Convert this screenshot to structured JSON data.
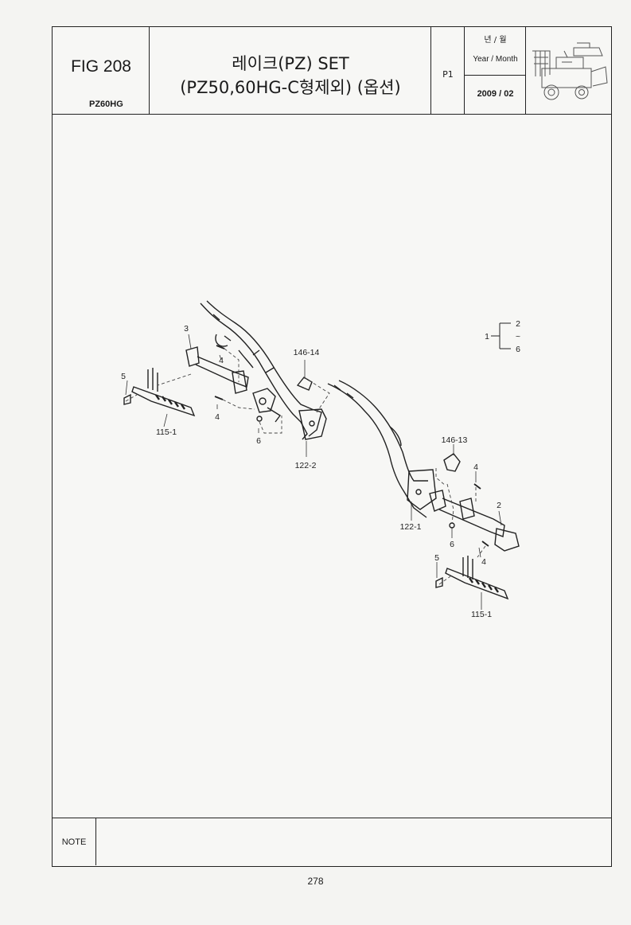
{
  "header": {
    "fig_number": "FIG 208",
    "model": "PZ60HG",
    "title_line1": "레이크(PZ) SET",
    "title_line2": "(PZ50,60HG-C형제외) (옵션)",
    "page_label": "P1",
    "year_month_ko": "년 / 월",
    "year_month_en": "Year / Month",
    "date": "2009 / 02"
  },
  "thumbnail": {
    "icon": "rice-transplanter-thumbnail"
  },
  "diagram": {
    "left_assembly": {
      "callouts": [
        "3",
        "4",
        "5",
        "4",
        "6",
        "115-1",
        "146-14",
        "122-2"
      ]
    },
    "right_assembly": {
      "callouts": [
        "146-13",
        "4",
        "2",
        "122-1",
        "6",
        "4",
        "5",
        "115-1"
      ]
    },
    "legend": {
      "parent": "1",
      "range_start": "2",
      "range_sep": "~",
      "range_end": "6"
    }
  },
  "footer": {
    "note_label": "NOTE",
    "page_number": "278"
  }
}
